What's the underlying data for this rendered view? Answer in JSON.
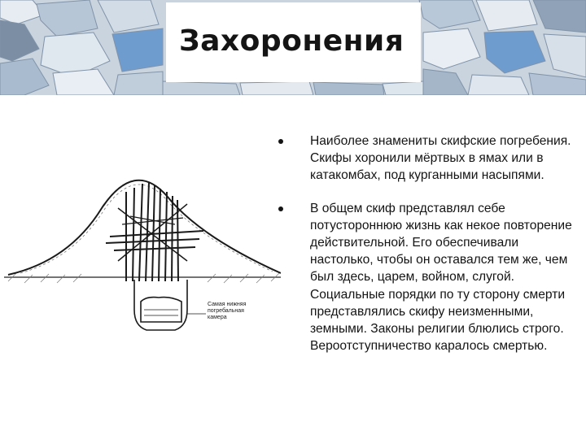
{
  "slide": {
    "title": "Захоронения",
    "bullets": [
      "Наиболее знамениты скифские погребения. Скифы хоронили мёртвых в ямах или в катакомбах, под курганными насыпями.",
      "В общем скиф представлял себе потустороннюю жизнь как некое повторение действительной. Его обеспечивали настолько, чтобы он оставался тем же, чем был здесь, царем, войном, слугой. Социальные порядки по ту сторону смерти представлялись скифу неизменными, земными. Законы религии блюлись строго. Вероотступничество каралось смертью."
    ],
    "figure_caption": "Самая нижняя погребальная камера"
  },
  "colors": {
    "stone_light": "#dfe6ee",
    "stone_mid": "#b3c2d4",
    "stone_dark": "#5f7184",
    "accent_blue": "#6f9ccf",
    "text": "#141414"
  },
  "icons": {
    "bullet": "filled-circle"
  }
}
